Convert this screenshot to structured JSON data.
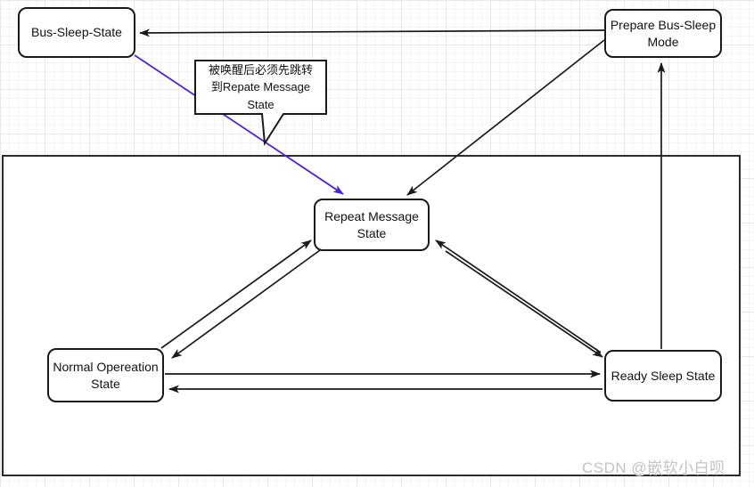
{
  "diagram": {
    "nodes": {
      "bus_sleep_state": {
        "label": "Bus-Sleep-State"
      },
      "prepare_bus_sleep_mode": {
        "label": "Prepare Bus-Sleep\nMode"
      },
      "repeat_message_state": {
        "label": "Repeat Message\nState"
      },
      "normal_operation_state": {
        "label": "Normal Opereation\nState"
      },
      "ready_sleep_state": {
        "label": "Ready Sleep State"
      }
    },
    "callout": {
      "text": "被唤醒后必须先跳转\n到Repate Message\nState"
    },
    "edges": [
      {
        "from": "prepare_bus_sleep_mode",
        "to": "bus_sleep_state",
        "style": "normal"
      },
      {
        "from": "bus_sleep_state",
        "to": "repeat_message_state",
        "style": "highlight"
      },
      {
        "from": "prepare_bus_sleep_mode",
        "to": "repeat_message_state",
        "style": "normal"
      },
      {
        "from": "ready_sleep_state",
        "to": "prepare_bus_sleep_mode",
        "style": "normal"
      },
      {
        "from": "normal_operation_state",
        "to": "repeat_message_state",
        "style": "normal"
      },
      {
        "from": "repeat_message_state",
        "to": "normal_operation_state",
        "style": "normal"
      },
      {
        "from": "ready_sleep_state",
        "to": "repeat_message_state",
        "style": "normal"
      },
      {
        "from": "repeat_message_state",
        "to": "ready_sleep_state",
        "style": "normal"
      },
      {
        "from": "normal_operation_state",
        "to": "ready_sleep_state",
        "style": "normal"
      },
      {
        "from": "ready_sleep_state",
        "to": "normal_operation_state",
        "style": "normal"
      }
    ],
    "colors": {
      "line": "#1a1a1a",
      "highlight": "#4c24d6",
      "node_fill": "#ffffff",
      "node_border": "#1a1a1a",
      "watermark": "#c3c3c3"
    }
  },
  "watermark": {
    "text": "CSDN @嵌软小白呗"
  }
}
